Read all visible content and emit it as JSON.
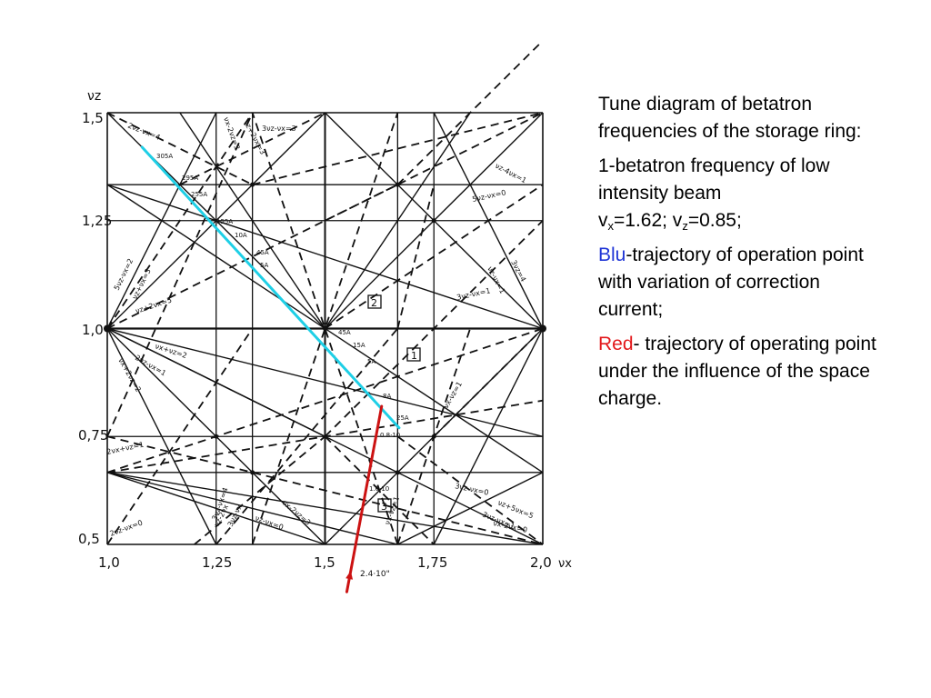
{
  "diagram": {
    "x_axis": {
      "symbol": "νx",
      "ticks": [
        "1,0",
        "1,25",
        "1,5",
        "1,75",
        "2,0"
      ],
      "range": [
        1.0,
        2.0
      ]
    },
    "y_axis": {
      "symbol": "νz",
      "ticks": [
        "0,5",
        "0,75",
        "1,0",
        "1,25",
        "1,5"
      ],
      "range": [
        0.5,
        1.5
      ]
    },
    "box_labels": [
      "2",
      "1",
      "3"
    ],
    "resonance_labels": [
      "2νz-νx=4",
      "νx-2νz=3",
      "3νz-νx=3",
      "νz+2νx=3",
      "νz-4νx=1",
      "5νz-νx=0",
      "3νz-νx=1",
      "νz-νx=1",
      "3νz=4",
      "5νz-νx=2",
      "νz+νx=3",
      "νz+2νx=5",
      "νx+νz=2",
      "νx+2νz=2",
      "2νz-νx=1",
      "νx-νz=1",
      "2νx+νz=1",
      "2νz-νx=0",
      "νz-2νx",
      "3νz-νx",
      "νx-2νz=3",
      "νz-νx=0",
      "3νz-νx=4",
      "νx-νz=1",
      "3νz-νx=0",
      "νz+5νx=5",
      "3νz-νx=1",
      "νx-2νx=0"
    ],
    "current_labels": [
      "305A",
      "295A",
      "255A",
      "155A",
      "10A",
      "45A",
      "5A",
      "45A",
      "15A",
      "5A",
      "8A",
      "25A",
      "0.8·10",
      "1.6·10",
      "2.4·10\""
    ],
    "blue_trajectory": {
      "color": "#1ecfe6",
      "from": [
        1.08,
        1.42
      ],
      "to": [
        1.67,
        0.77
      ]
    },
    "red_trajectory": {
      "color": "#cc1212",
      "from": [
        1.55,
        0.39
      ],
      "to": [
        1.63,
        0.82
      ]
    }
  },
  "caption": {
    "title": "Tune diagram of betatron frequencies of the storage ring:",
    "point1_line1": "1-betatron frequency of low intensity beam",
    "vx_symbol": "v",
    "vx_sub": "x",
    "vx_value": "=1.62; v",
    "vz_sub": "z",
    "vz_value": "=0.85;",
    "blu_word": "Blu",
    "blu_rest": "-trajectory of operation point with variation of correction current;",
    "red_word": "Red",
    "red_rest": "- trajectory of operating point under the influence of the space charge."
  }
}
